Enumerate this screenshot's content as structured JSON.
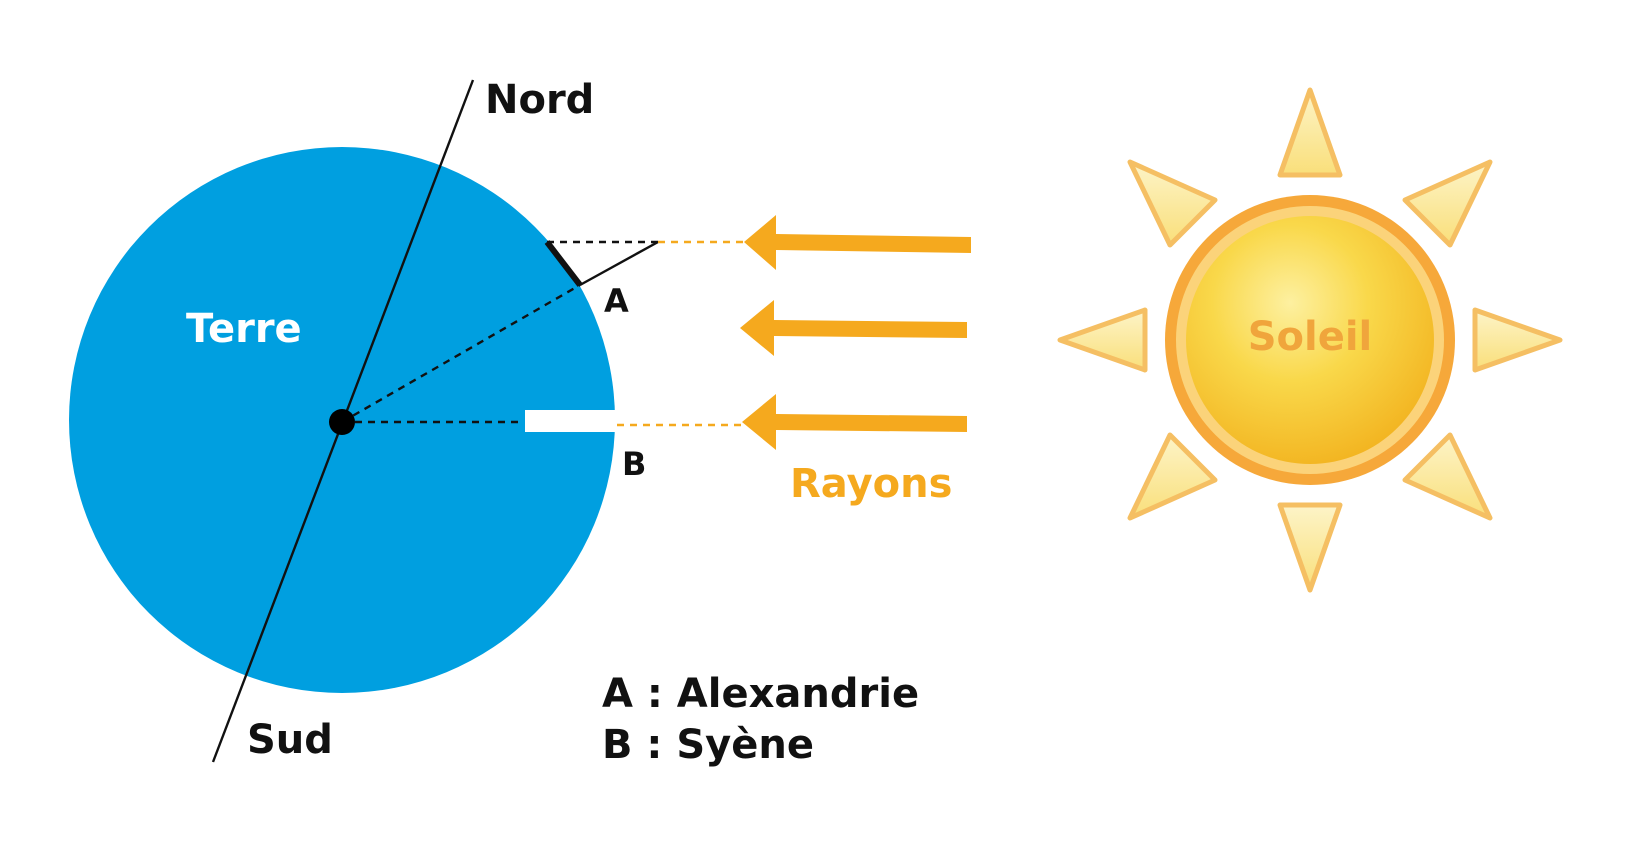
{
  "labels": {
    "north": "Nord",
    "south": "Sud",
    "earth": "Terre",
    "point_a": "A",
    "point_b": "B",
    "rays": "Rayons",
    "sun": "Soleil"
  },
  "legend": {
    "a": "A : Alexandrie",
    "b": "B : Syène"
  },
  "colors": {
    "earth": "#009fe0",
    "rays": "#f5a91e",
    "ray_label": "#f5a91e",
    "sun_core": "#f7cf3a",
    "sun_ring": "#f39c2a",
    "sun_label": "#f0a53c",
    "ink": "#111111",
    "earth_label": "#ffffff"
  }
}
